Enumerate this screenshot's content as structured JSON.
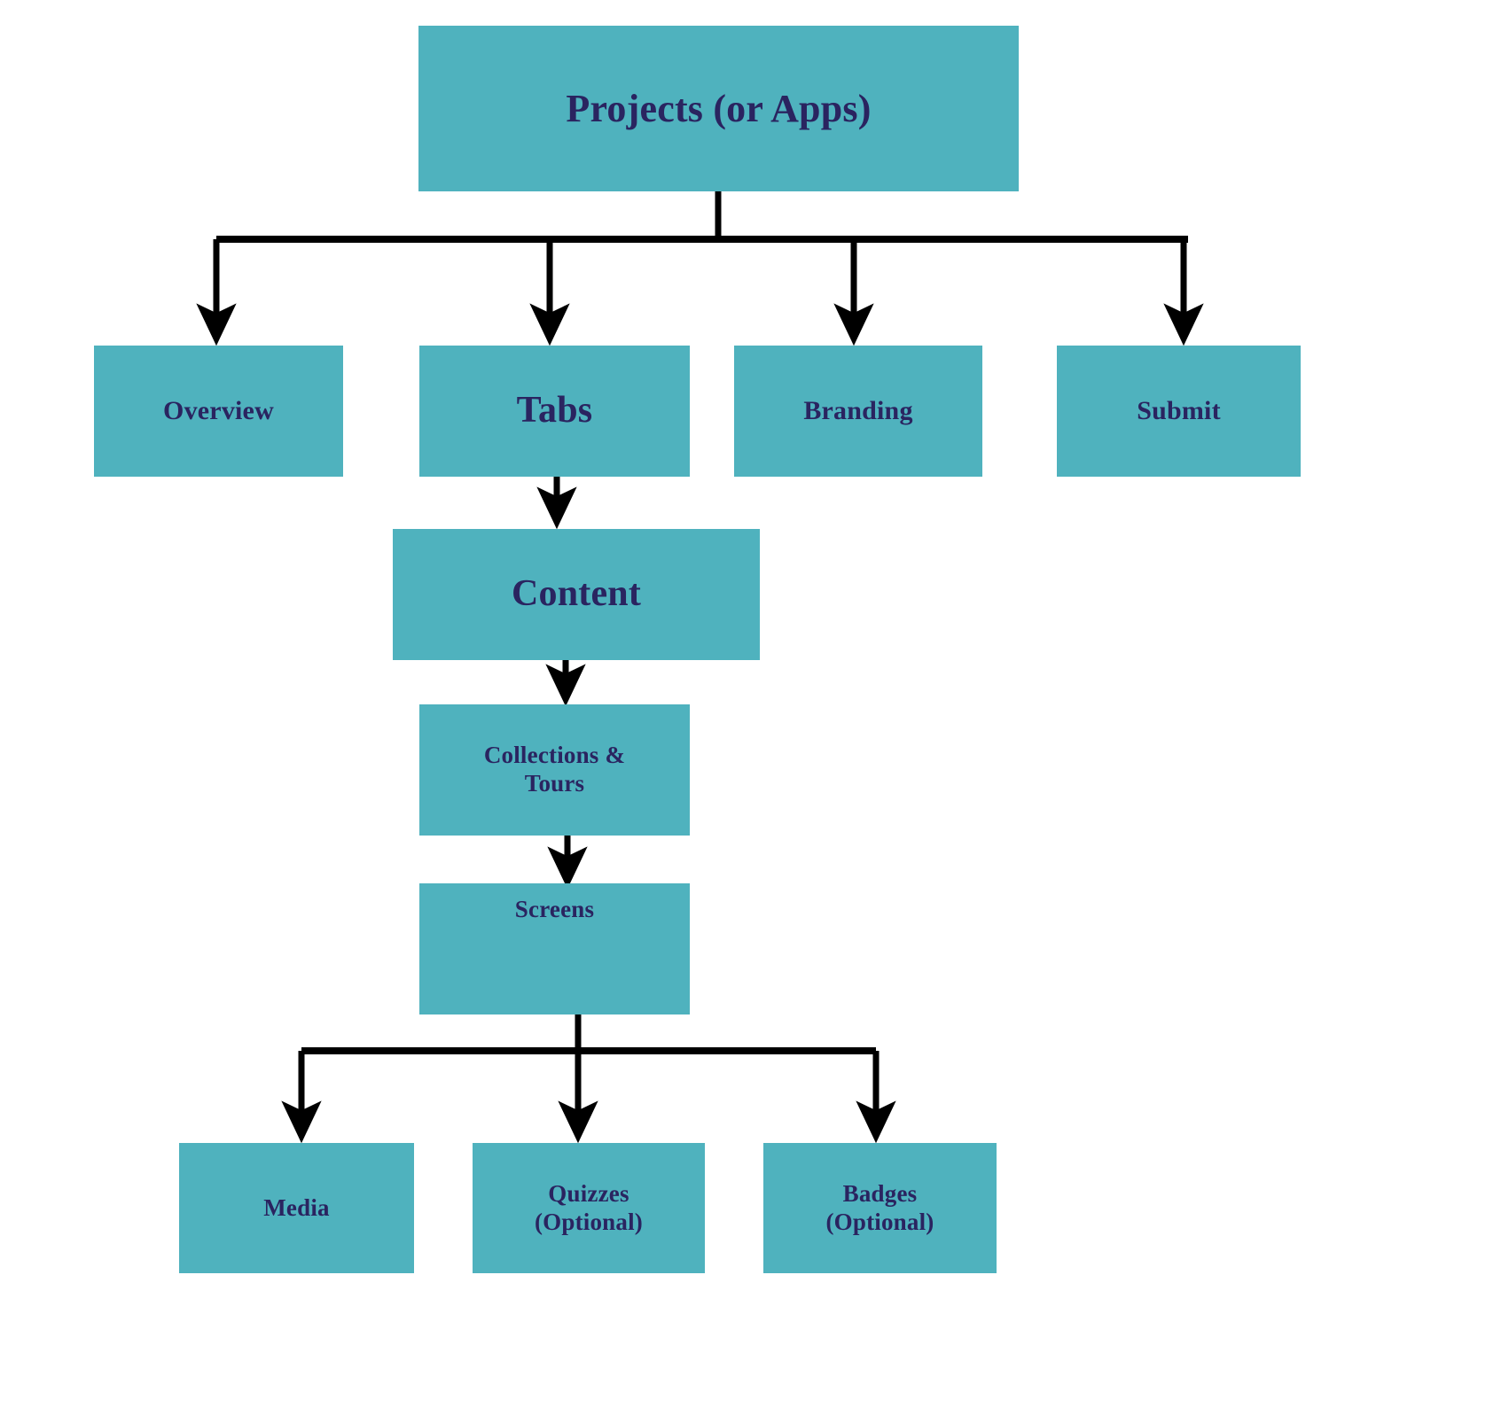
{
  "diagram": {
    "title": "Projects (or Apps) information architecture",
    "type": "tree-flowchart",
    "colors": {
      "node_fill": "#4FB2BE",
      "node_text": "#2A2460",
      "connector": "#000000",
      "background": "#FFFFFF"
    },
    "nodes": [
      {
        "id": "projects",
        "label": "Projects (or Apps)",
        "level": 0,
        "parent": null
      },
      {
        "id": "overview",
        "label": "Overview",
        "level": 1,
        "parent": "projects"
      },
      {
        "id": "tabs",
        "label": "Tabs",
        "level": 1,
        "parent": "projects"
      },
      {
        "id": "branding",
        "label": "Branding",
        "level": 1,
        "parent": "projects"
      },
      {
        "id": "submit",
        "label": "Submit",
        "level": 1,
        "parent": "projects"
      },
      {
        "id": "content",
        "label": "Content",
        "level": 2,
        "parent": "tabs"
      },
      {
        "id": "collections",
        "label": "Collections &\nTours",
        "level": 3,
        "parent": "content"
      },
      {
        "id": "screens",
        "label": "Screens",
        "level": 4,
        "parent": "collections"
      },
      {
        "id": "media",
        "label": "Media",
        "level": 5,
        "parent": "screens"
      },
      {
        "id": "quizzes",
        "label": "Quizzes\n(Optional)",
        "level": 5,
        "parent": "screens"
      },
      {
        "id": "badges",
        "label": "Badges\n(Optional)",
        "level": 5,
        "parent": "screens"
      }
    ],
    "edges": [
      {
        "from": "projects",
        "to": "overview"
      },
      {
        "from": "projects",
        "to": "tabs"
      },
      {
        "from": "projects",
        "to": "branding"
      },
      {
        "from": "projects",
        "to": "submit"
      },
      {
        "from": "tabs",
        "to": "content"
      },
      {
        "from": "content",
        "to": "collections"
      },
      {
        "from": "collections",
        "to": "screens"
      },
      {
        "from": "screens",
        "to": "media"
      },
      {
        "from": "screens",
        "to": "quizzes"
      },
      {
        "from": "screens",
        "to": "badges"
      }
    ]
  }
}
